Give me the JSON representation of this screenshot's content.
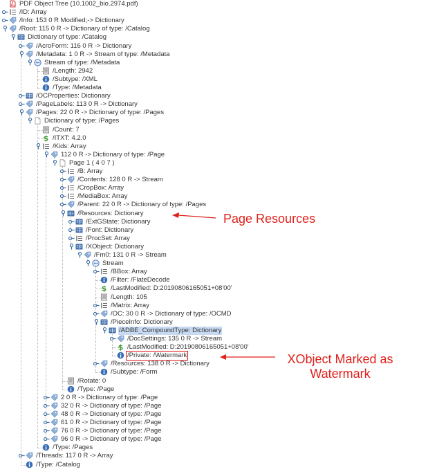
{
  "tree": {
    "rows": [
      {
        "d": 0,
        "icon": "pdf",
        "toggle": "none",
        "label": "PDF Object Tree (10.1002_bio.2974.pdf)"
      },
      {
        "d": 0,
        "icon": "array",
        "toggle": "closed",
        "label": "/ID: Array"
      },
      {
        "d": 0,
        "icon": "ref",
        "toggle": "closed",
        "label": "/Info: 153 0 R Modified;-> Dictionary"
      },
      {
        "d": 0,
        "icon": "ref",
        "toggle": "open",
        "label": "/Root: 115 0 R -> Dictionary of type: /Catalog"
      },
      {
        "d": 1,
        "icon": "dict",
        "toggle": "open",
        "label": "Dictionary of type: /Catalog"
      },
      {
        "d": 2,
        "icon": "ref",
        "toggle": "closed",
        "label": "/AcroForm: 116 0 R -> Dictionary"
      },
      {
        "d": 2,
        "icon": "ref",
        "toggle": "open",
        "label": "/Metadata: 1 0 R -> Stream of type: /Metadata"
      },
      {
        "d": 3,
        "icon": "stream",
        "toggle": "open",
        "label": "Stream of type: /Metadata"
      },
      {
        "d": 4,
        "icon": "number",
        "toggle": "none",
        "label": "/Length: 2942"
      },
      {
        "d": 4,
        "icon": "name",
        "toggle": "none",
        "label": "/Subtype: /XML"
      },
      {
        "d": 4,
        "icon": "name",
        "toggle": "none",
        "label": "/Type: /Metadata"
      },
      {
        "d": 2,
        "icon": "dict",
        "toggle": "closed",
        "label": "/OCProperties: Dictionary"
      },
      {
        "d": 2,
        "icon": "ref",
        "toggle": "closed",
        "label": "/PageLabels: 113 0 R -> Dictionary"
      },
      {
        "d": 2,
        "icon": "ref",
        "toggle": "open",
        "label": "/Pages: 22 0 R -> Dictionary of type: /Pages"
      },
      {
        "d": 3,
        "icon": "pageicon",
        "toggle": "open",
        "label": "Dictionary of type: /Pages"
      },
      {
        "d": 4,
        "icon": "number",
        "toggle": "none",
        "label": "/Count: 7"
      },
      {
        "d": 4,
        "icon": "string",
        "toggle": "none",
        "label": "/ITXT: 4.2.0"
      },
      {
        "d": 4,
        "icon": "array",
        "toggle": "open",
        "label": "/Kids: Array"
      },
      {
        "d": 5,
        "icon": "ref",
        "toggle": "open",
        "label": "112 0 R -> Dictionary of type: /Page"
      },
      {
        "d": 6,
        "icon": "pageicon",
        "toggle": "open",
        "label": "Page 1 ( 4 0 7 )"
      },
      {
        "d": 7,
        "icon": "array",
        "toggle": "closed",
        "label": "/B: Array"
      },
      {
        "d": 7,
        "icon": "ref",
        "toggle": "closed",
        "label": "/Contents: 128 0 R -> Stream"
      },
      {
        "d": 7,
        "icon": "array",
        "toggle": "closed",
        "label": "/CropBox: Array"
      },
      {
        "d": 7,
        "icon": "array",
        "toggle": "closed",
        "label": "/MediaBox: Array"
      },
      {
        "d": 7,
        "icon": "ref",
        "toggle": "closed",
        "label": "/Parent: 22 0 R -> Dictionary of type: /Pages"
      },
      {
        "d": 7,
        "icon": "dict",
        "toggle": "open",
        "label": "/Resources: Dictionary"
      },
      {
        "d": 8,
        "icon": "dict",
        "toggle": "closed",
        "label": "/ExtGState: Dictionary"
      },
      {
        "d": 8,
        "icon": "dict",
        "toggle": "closed",
        "label": "/Font: Dictionary"
      },
      {
        "d": 8,
        "icon": "array",
        "toggle": "closed",
        "label": "/ProcSet: Array"
      },
      {
        "d": 8,
        "icon": "dict",
        "toggle": "open",
        "label": "/XObject: Dictionary"
      },
      {
        "d": 9,
        "icon": "ref",
        "toggle": "open",
        "label": "/Fm0: 131 0 R -> Stream"
      },
      {
        "d": 10,
        "icon": "stream",
        "toggle": "open",
        "label": "Stream"
      },
      {
        "d": 11,
        "icon": "array",
        "toggle": "closed",
        "label": "/BBox: Array"
      },
      {
        "d": 11,
        "icon": "name",
        "toggle": "none",
        "label": "/Filter: /FlateDecode"
      },
      {
        "d": 11,
        "icon": "string",
        "toggle": "none",
        "label": "/LastModified: D:20190806165051+08'00'"
      },
      {
        "d": 11,
        "icon": "number",
        "toggle": "none",
        "label": "/Length: 105"
      },
      {
        "d": 11,
        "icon": "array",
        "toggle": "closed",
        "label": "/Matrix: Array"
      },
      {
        "d": 11,
        "icon": "ref",
        "toggle": "closed",
        "label": "/OC: 30 0 R -> Dictionary of type: /OCMD"
      },
      {
        "d": 11,
        "icon": "dict",
        "toggle": "open",
        "label": "/PieceInfo: Dictionary"
      },
      {
        "d": 12,
        "icon": "dict",
        "toggle": "open",
        "label": "/ADBE_CompoundType: Dictionary",
        "hl": true
      },
      {
        "d": 13,
        "icon": "ref",
        "toggle": "closed",
        "label": "/DocSettings: 135 0 R -> Stream"
      },
      {
        "d": 13,
        "icon": "string",
        "toggle": "none",
        "label": "/LastModified: D:20190806165051+08'00'"
      },
      {
        "d": 13,
        "icon": "name",
        "toggle": "none",
        "label": "/Private: /Watermark",
        "boxed": true
      },
      {
        "d": 11,
        "icon": "ref",
        "toggle": "closed",
        "label": "/Resources: 138 0 R -> Dictionary"
      },
      {
        "d": 11,
        "icon": "name",
        "toggle": "none",
        "label": "/Subtype: /Form"
      },
      {
        "d": 7,
        "icon": "number",
        "toggle": "none",
        "label": "/Rotate: 0"
      },
      {
        "d": 7,
        "icon": "name",
        "toggle": "none",
        "label": "/Type: /Page"
      },
      {
        "d": 5,
        "icon": "ref",
        "toggle": "closed",
        "label": "2 0 R -> Dictionary of type: /Page"
      },
      {
        "d": 5,
        "icon": "ref",
        "toggle": "closed",
        "label": "32 0 R -> Dictionary of type: /Page"
      },
      {
        "d": 5,
        "icon": "ref",
        "toggle": "closed",
        "label": "48 0 R -> Dictionary of type: /Page"
      },
      {
        "d": 5,
        "icon": "ref",
        "toggle": "closed",
        "label": "61 0 R -> Dictionary of type: /Page"
      },
      {
        "d": 5,
        "icon": "ref",
        "toggle": "closed",
        "label": "76 0 R -> Dictionary of type: /Page"
      },
      {
        "d": 5,
        "icon": "ref",
        "toggle": "closed",
        "label": "96 0 R -> Dictionary of type: /Page"
      },
      {
        "d": 4,
        "icon": "name",
        "toggle": "none",
        "label": "/Type: /Pages"
      },
      {
        "d": 2,
        "icon": "ref",
        "toggle": "closed",
        "label": "/Threads: 117 0 R -> Array"
      },
      {
        "d": 2,
        "icon": "name",
        "toggle": "none",
        "label": "/Type: /Catalog"
      }
    ]
  },
  "annotations": {
    "page_resources": "Page Resources",
    "xobject_line1": "XObject Marked as",
    "xobject_line2": "Watermark"
  },
  "colors": {
    "annotation": "#e0201b",
    "selection": "#c8daf2",
    "toggle": "#3b6ea5",
    "ref_icon": "#8fb0d8",
    "dict_icon": "#3d6ba8",
    "stream_icon": "#4a78c0",
    "name_icon": "#3a6fb5",
    "string_icon": "#3f9a2e",
    "number_icon": "#6d6d6d"
  }
}
